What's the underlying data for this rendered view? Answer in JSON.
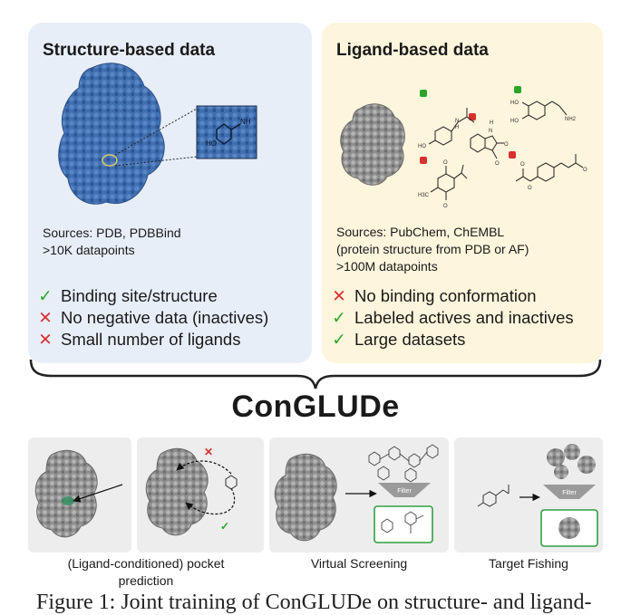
{
  "structure_panel": {
    "title": "Structure-based data",
    "sources": "Sources: PDB, PDBBind\n>10K datapoints",
    "features": [
      {
        "mark": "check",
        "text": "Binding site/structure"
      },
      {
        "mark": "cross",
        "text": "No negative data (inactives)"
      },
      {
        "mark": "cross",
        "text": "Small number of ligands"
      }
    ],
    "inset_labels": [
      "NH",
      "HO"
    ]
  },
  "ligand_panel": {
    "title": "Ligand-based data",
    "sources": "Sources: PubChem, ChEMBL\n(protein structure from PDB or AF)\n>100M datapoints",
    "features": [
      {
        "mark": "cross",
        "text": "No binding conformation"
      },
      {
        "mark": "check",
        "text": "Labeled actives and inactives"
      },
      {
        "mark": "check",
        "text": "Large datasets"
      }
    ],
    "molecule_labels": {
      "paracetamol": [
        "HO",
        "N",
        "H"
      ],
      "dopamine": [
        "HO",
        "HO",
        "NH2"
      ],
      "isatin": [
        "H",
        "N",
        "O",
        "O"
      ],
      "quinone": [
        "O",
        "O",
        "H3C"
      ],
      "ester": [
        "O",
        "O",
        "O"
      ]
    }
  },
  "brand": "ConGLUDe",
  "tasks": [
    {
      "label": "(Ligand-conditioned) pocket\nprediction"
    },
    {
      "label": "Virtual Screening",
      "filter_label": "Filter"
    },
    {
      "label": "Target Fishing",
      "filter_label": "Filter"
    }
  ],
  "footer": "Figure 1: Joint training of ConGLUDe on structure- and ligand-",
  "colors": {
    "structure_bg": "#e8eef8",
    "ligand_bg": "#fdf5dc",
    "check": "#2aa52a",
    "cross": "#d93030",
    "protein_blue": "#3f6fb0",
    "protein_gray": "#9a9a9a",
    "filter_box": "#2ea043"
  },
  "icons": [
    "check-icon",
    "cross-icon",
    "filter-funnel-icon",
    "arrow-icon"
  ]
}
